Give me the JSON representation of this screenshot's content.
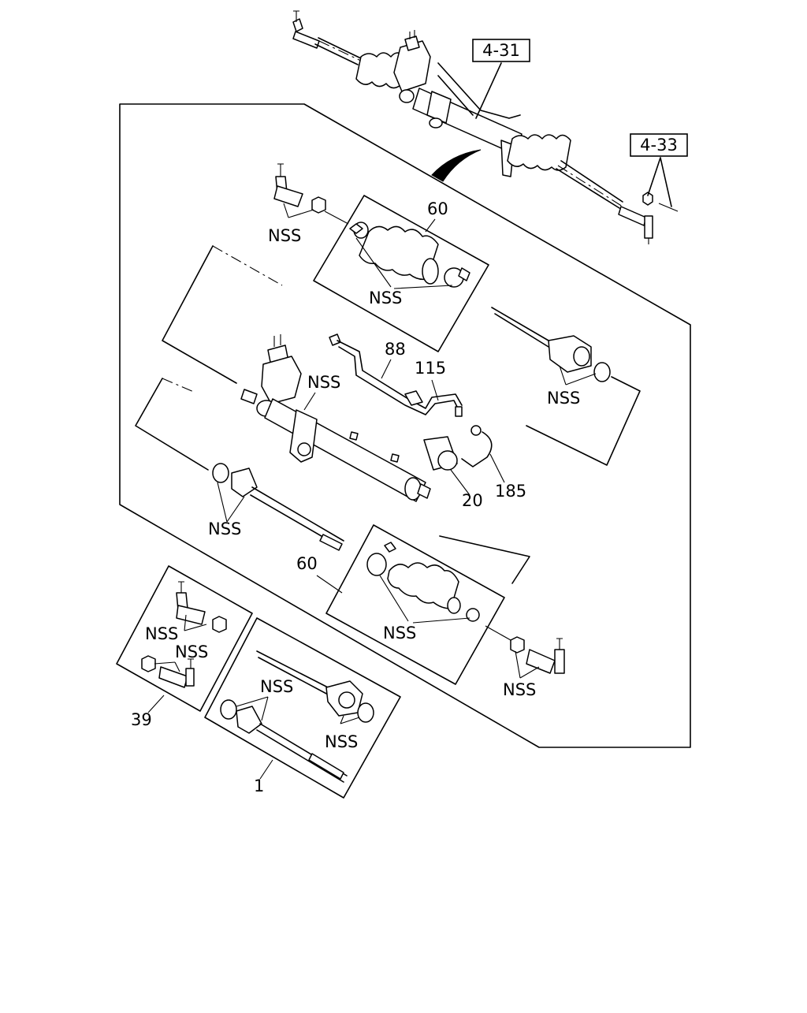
{
  "references": {
    "ref_a": "4-31",
    "ref_b": "4-33"
  },
  "labels": {
    "nss": "NSS",
    "boot_kit": "60",
    "line_a": "88",
    "line_b": "115",
    "mount": "20",
    "clamp": "185",
    "tie_rod_end": "39",
    "inner_tie_rod": "1"
  }
}
